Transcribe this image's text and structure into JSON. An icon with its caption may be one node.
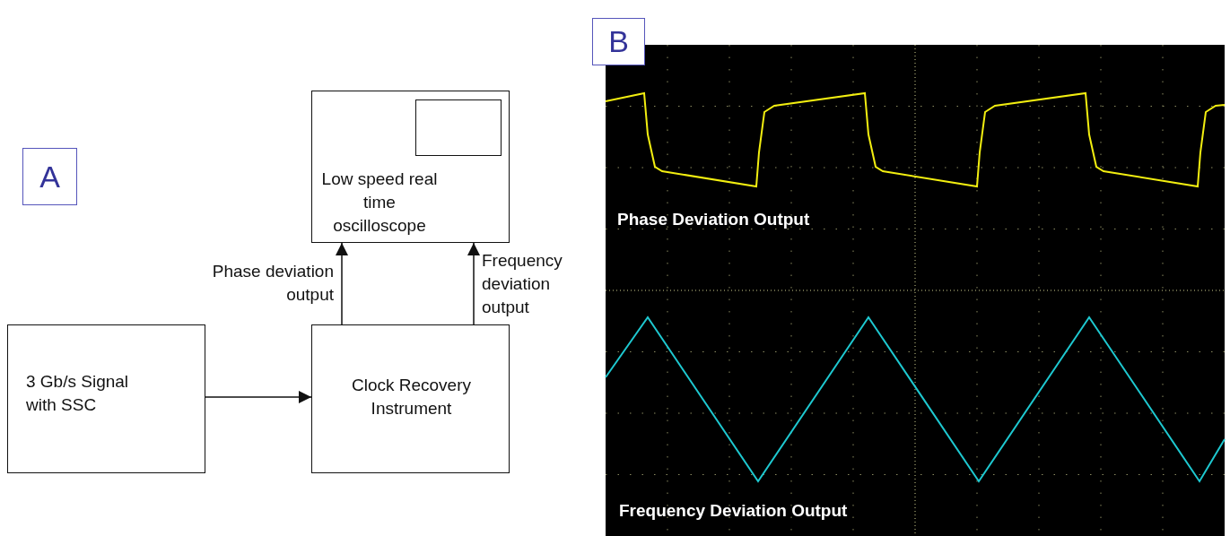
{
  "diagram": {
    "nodes": [
      {
        "text": [
          "A"
        ]
      },
      {
        "text": [
          "Low speed real time oscilloscope"
        ]
      },
      {
        "text": [],
        "shape": "box",
        "in": 1
      },
      {
        "text": [
          "3 Gb/s Signal with SSC"
        ]
      },
      {
        "text": [
          "Clock Recovery Instrument"
        ]
      },
      {
        "text": [
          "B"
        ]
      }
    ],
    "edges": [
      {
        "from": 3,
        "to": 4,
        "arrow": "to"
      },
      {
        "from": 4,
        "to": 1,
        "arrow": "to",
        "label": "Phase deviation output"
      },
      {
        "from": 4,
        "to": 1,
        "arrow": "to",
        "label": "Frequency deviation output"
      }
    ],
    "labels": [
      "Phase Deviation Output",
      "Frequency Deviation Output"
    ]
  }
}
